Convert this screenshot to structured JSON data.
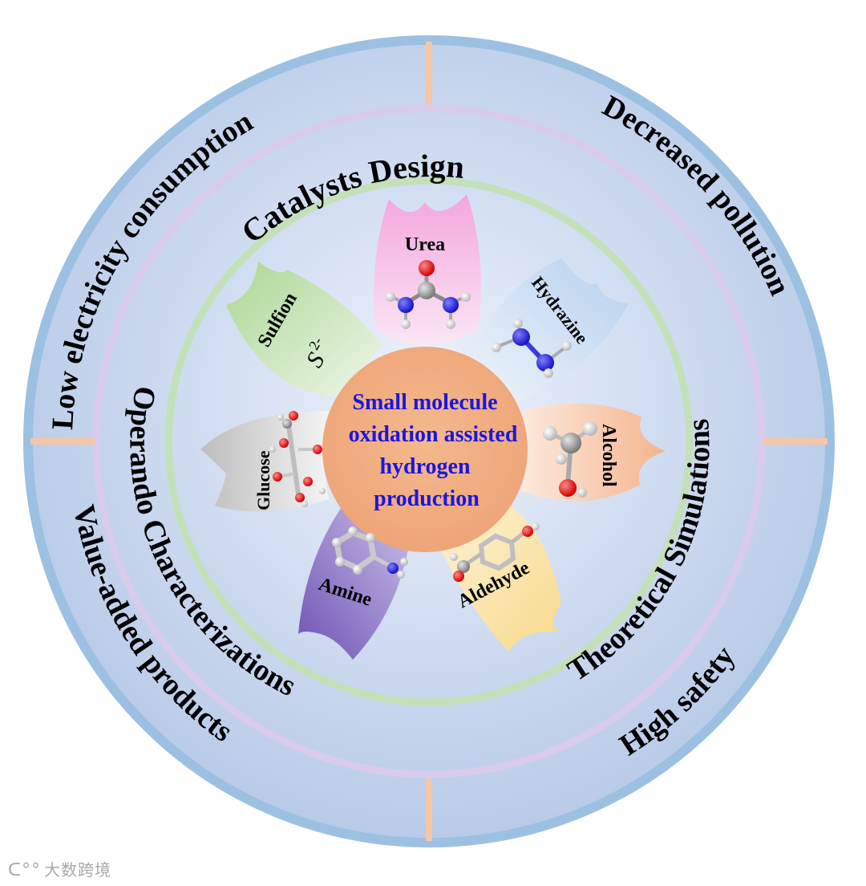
{
  "outer_ring": {
    "low_electricity": "Low electricity consumption",
    "decreased_pollution": "Decreased  pollution",
    "high_safety": "High safety",
    "value_added": "Value-added products"
  },
  "middle_ring": {
    "catalysts_design": "Catalysts Design",
    "theoretical_simulations": "Theoretical Simulations",
    "operando": "Operando Characterizations"
  },
  "center": {
    "line1": "Small molecule",
    "line2": "oxidation assisted",
    "line3": "hydrogen",
    "line4": "production"
  },
  "petals": {
    "urea": "Urea",
    "hydrazine": "Hydrazine",
    "alcohol": "Alcohol",
    "aldehyde": "Aldehyde",
    "amine": "Amine",
    "glucose": "Glucose",
    "sulfion": "Sulfion",
    "sulfion_formula": "S",
    "sulfion_charge": "2-"
  },
  "watermark": "大数跨境",
  "colors": {
    "outer_ring": "#a5c6e6",
    "middle_ring": "#d8cdea",
    "inner_ring": "#c8e0bd",
    "center_fill": "#f0b083",
    "center_text": "#1a16e0",
    "divider": "#f6c6a6",
    "urea_petal": "#f4b4e0",
    "hydrazine_petal": "#c8dcf2",
    "alcohol_petal": "#f6c8aa",
    "aldehyde_petal": "#f8e2a4",
    "amine_petal": "#8a72c4",
    "glucose_petal": "#d2d2d2",
    "sulfion_petal": "#c6e4b4"
  }
}
